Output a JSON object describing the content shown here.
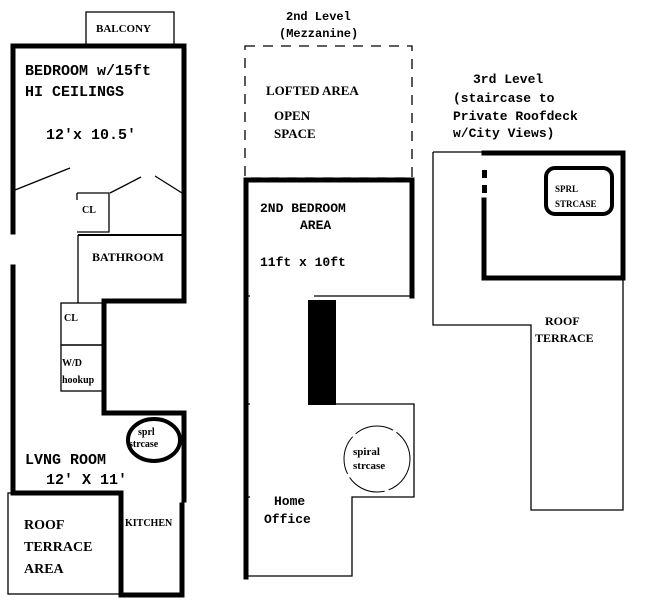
{
  "level1": {
    "balcony": "BALCONY",
    "bedroom_line1": "BEDROOM w/15ft",
    "bedroom_line2": "HI CEILINGS",
    "bedroom_dims": "12'x 10.5'",
    "closet1": "CL",
    "bathroom": "BATHROOM",
    "closet2": "CL",
    "wd_line1": "W/D",
    "wd_line2": "hookup",
    "sprl_line1": "sprl",
    "sprl_line2": "strcase",
    "living_line1": "LVNG ROOM",
    "living_dims": "12' X 11'",
    "kitchen": "KITCHEN",
    "terrace_line1": "ROOF",
    "terrace_line2": "TERRACE",
    "terrace_line3": "AREA"
  },
  "level2": {
    "title_line1": "2nd Level",
    "title_line2": "(Mezzanine)",
    "lofted": "LOFTED AREA",
    "open_line1": "OPEN",
    "open_line2": "SPACE",
    "bedroom_line1": "2ND BEDROOM",
    "bedroom_line2": "AREA",
    "bedroom_dims": "11ft x 10ft",
    "spiral_line1": "spiral",
    "spiral_line2": "strcase",
    "office_line1": "Home",
    "office_line2": "Office"
  },
  "level3": {
    "title_line1": "3rd Level",
    "title_line2": "(staircase to",
    "title_line3": "Private Roofdeck",
    "title_line4": "w/City Views)",
    "sprl_line1": "SPRL",
    "sprl_line2": "STRCASE",
    "terrace_line1": "ROOF",
    "terrace_line2": "TERRACE"
  }
}
